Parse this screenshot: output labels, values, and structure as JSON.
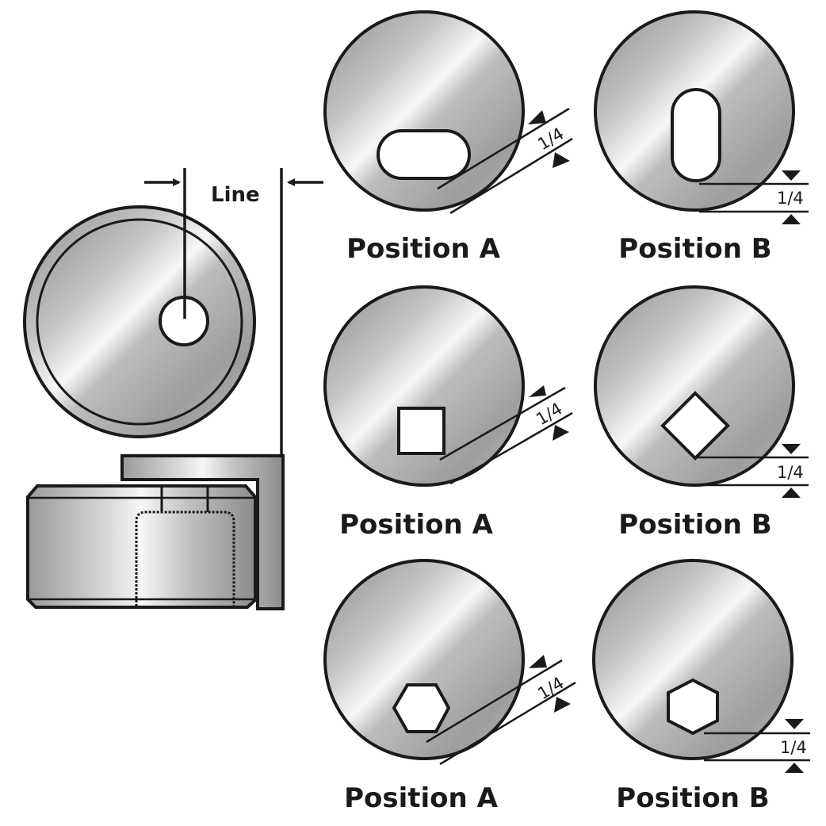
{
  "line_label": "Line",
  "dimension_label": "1/4",
  "panels": [
    {
      "id": "slot-a",
      "shape": "slot-horizontal",
      "position_label": "Position A"
    },
    {
      "id": "slot-b",
      "shape": "slot-vertical",
      "position_label": "Position B"
    },
    {
      "id": "square-a",
      "shape": "square",
      "position_label": "Position A"
    },
    {
      "id": "square-b",
      "shape": "diamond",
      "position_label": "Position B"
    },
    {
      "id": "hex-a",
      "shape": "hexagon-flat",
      "position_label": "Position A"
    },
    {
      "id": "hex-b",
      "shape": "hexagon-pointy",
      "position_label": "Position B"
    }
  ],
  "colors": {
    "outline": "#1a1a1a",
    "metal_light": "#f4f4f4",
    "metal_mid": "#c9c9c9",
    "metal_dark": "#8a8a8a",
    "hole": "#ffffff"
  }
}
